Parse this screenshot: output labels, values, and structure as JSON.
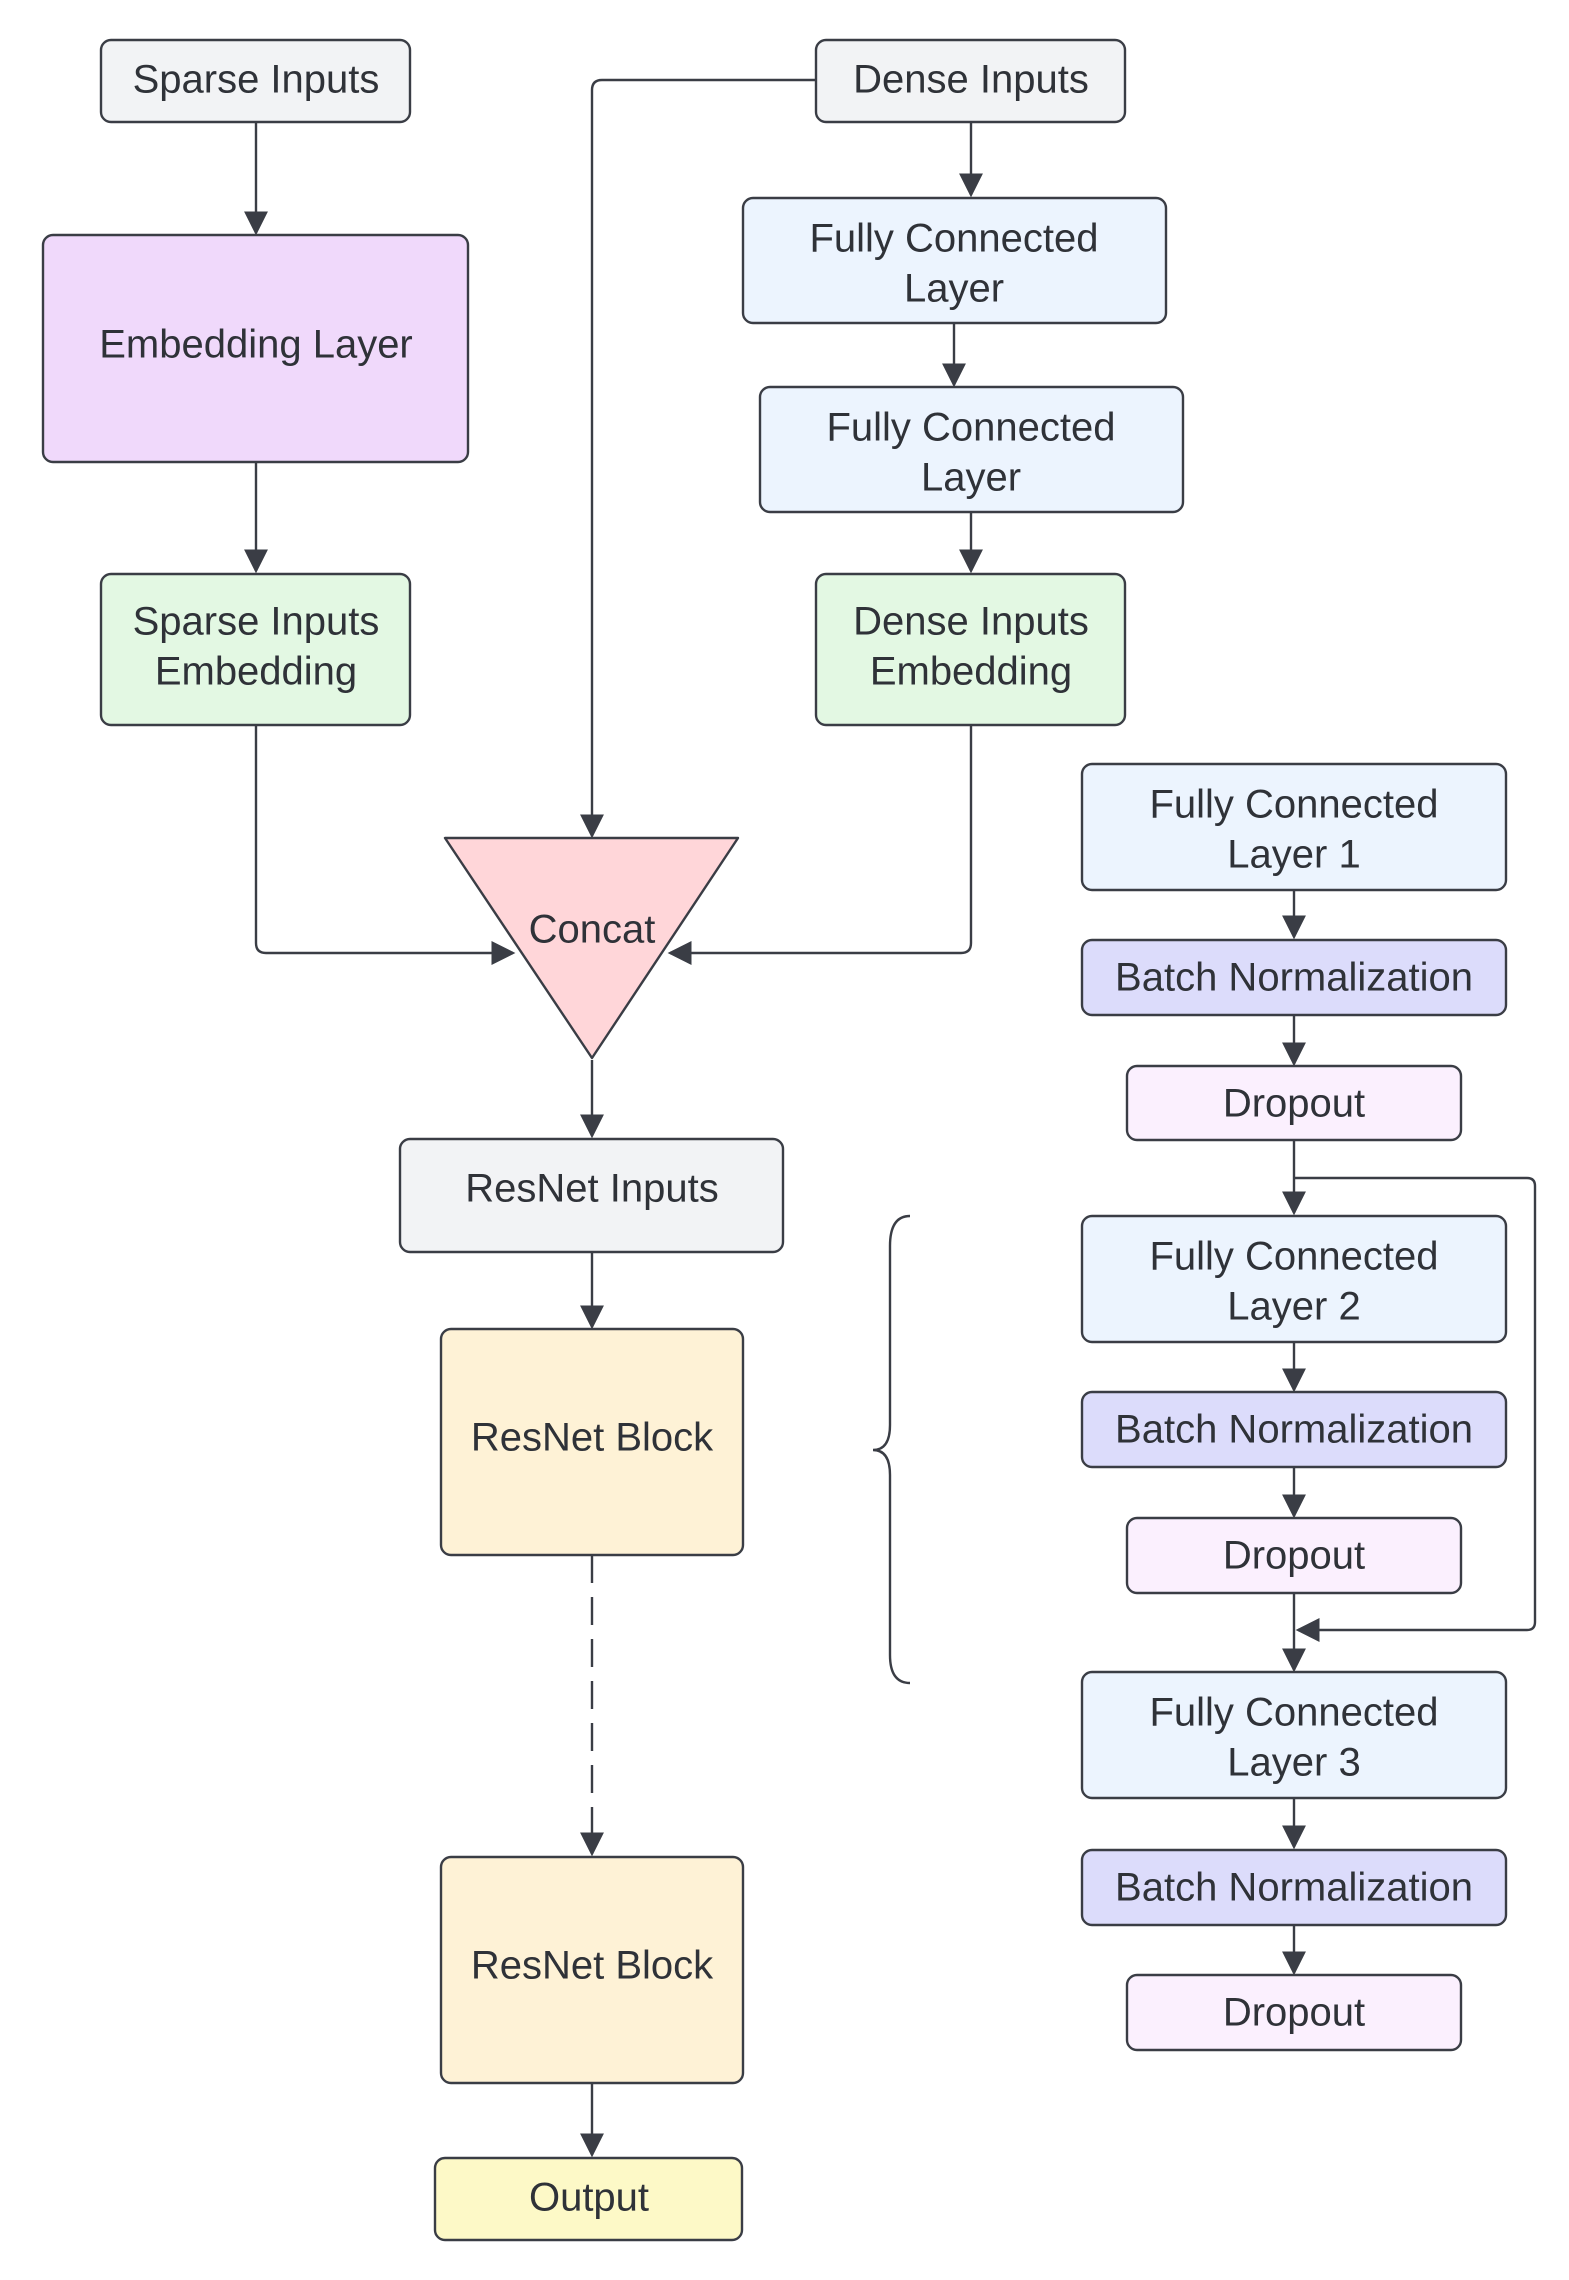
{
  "colors": {
    "gray": "#f2f3f5",
    "purple": "#f0d9fb",
    "green": "#e3f8e3",
    "blue": "#ecf4fe",
    "red": "#ffd6d9",
    "yellow_block": "#fef2d6",
    "output": "#fdf9c7",
    "batch_norm": "#dcdcfb",
    "dropout": "#fbf0fe",
    "stroke": "#3a3d45"
  },
  "nodes": {
    "sparse_inputs": "Sparse Inputs",
    "dense_inputs": "Dense Inputs",
    "embedding_layer": "Embedding Layer",
    "fc_layer_a": [
      "Fully Connected",
      "Layer"
    ],
    "fc_layer_b": [
      "Fully Connected",
      "Layer"
    ],
    "sparse_embedding": [
      "Sparse Inputs",
      "Embedding"
    ],
    "dense_embedding": [
      "Dense Inputs",
      "Embedding"
    ],
    "concat": "Concat",
    "resnet_inputs": "ResNet Inputs",
    "resnet_block_1": "ResNet Block",
    "resnet_block_2": "ResNet Block",
    "output": "Output"
  },
  "detail": {
    "fc1": [
      "Fully Connected",
      "Layer 1"
    ],
    "bn1": "Batch Normalization",
    "drop1": "Dropout",
    "fc2": [
      "Fully Connected",
      "Layer 2"
    ],
    "bn2": "Batch Normalization",
    "drop2": "Dropout",
    "fc3": [
      "Fully Connected",
      "Layer 3"
    ],
    "bn3": "Batch Normalization",
    "drop3": "Dropout"
  }
}
